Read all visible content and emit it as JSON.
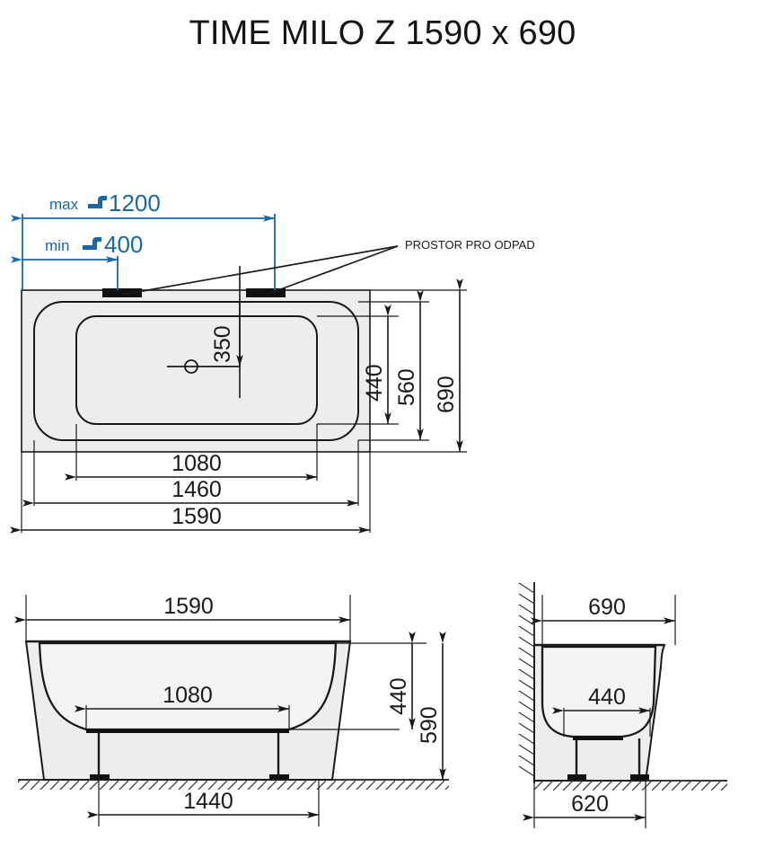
{
  "document": {
    "title": "TIME MILO Z 1590 x 690",
    "product_line": "TIME MILO Z",
    "nominal_length_mm": 1590,
    "nominal_width_mm": 690,
    "units": "mm",
    "language": "cs"
  },
  "colors": {
    "outline": "#1a1a1a",
    "fill_body": "#ededed",
    "fill_white": "#ffffff",
    "accent_blue": "#1668ad",
    "hatch": "#3a3a3a",
    "solid_black": "#111111"
  },
  "annotations": {
    "drain_space_label": "PROSTOR PRO ODPAD",
    "tap_max_label": "max",
    "tap_max_value": "1200",
    "tap_min_label": "min",
    "tap_min_value": "400",
    "tap_icon": "faucet-icon"
  },
  "views": {
    "plan": {
      "name": "plan-view",
      "dimensions": {
        "overall_length": "1590",
        "rim_length": "1460",
        "basin_length": "1080",
        "overall_width": "690",
        "rim_width": "560",
        "basin_width": "440",
        "drain_offset": "350"
      },
      "features": {
        "drain_symbol": "drain-circle",
        "tap_slot_count": 2
      }
    },
    "front_elevation": {
      "name": "front-elevation-view",
      "dimensions": {
        "overall_length": "1590",
        "basin_length": "1080",
        "foot_span": "1440",
        "basin_depth": "440",
        "overall_height": "590"
      },
      "features": {
        "feet_count": 2,
        "floor_line": "hatched-floor"
      }
    },
    "side_elevation": {
      "name": "side-elevation-view",
      "dimensions": {
        "overall_width": "690",
        "basin_width": "440",
        "foot_span": "620"
      },
      "features": {
        "feet_count": 2,
        "wall_line": "hatched-wall",
        "floor_line": "hatched-floor"
      }
    }
  }
}
